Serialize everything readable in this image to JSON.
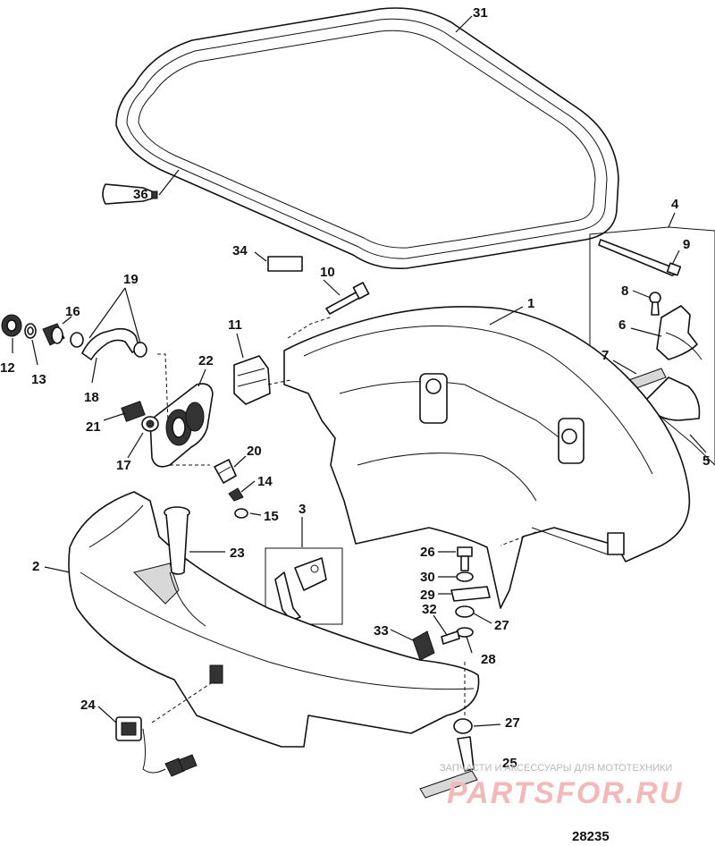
{
  "diagram": {
    "figure_number": "28235",
    "watermark": {
      "caption": "ЗАПЧАСТИ И АКСЕССУАРЫ ДЛЯ МОТОТЕХНИКИ",
      "brand": "PARTSFOR.RU"
    },
    "callouts": [
      {
        "id": "31",
        "label": "31"
      },
      {
        "id": "36",
        "label": "36"
      },
      {
        "id": "34",
        "label": "34"
      },
      {
        "id": "4",
        "label": "4"
      },
      {
        "id": "9",
        "label": "9"
      },
      {
        "id": "8",
        "label": "8"
      },
      {
        "id": "6",
        "label": "6"
      },
      {
        "id": "7",
        "label": "7"
      },
      {
        "id": "5",
        "label": "5"
      },
      {
        "id": "1",
        "label": "1"
      },
      {
        "id": "10",
        "label": "10"
      },
      {
        "id": "11",
        "label": "11"
      },
      {
        "id": "19",
        "label": "19"
      },
      {
        "id": "16",
        "label": "16"
      },
      {
        "id": "12",
        "label": "12"
      },
      {
        "id": "13",
        "label": "13"
      },
      {
        "id": "18",
        "label": "18"
      },
      {
        "id": "22",
        "label": "22"
      },
      {
        "id": "21",
        "label": "21"
      },
      {
        "id": "17",
        "label": "17"
      },
      {
        "id": "20",
        "label": "20"
      },
      {
        "id": "14",
        "label": "14"
      },
      {
        "id": "15",
        "label": "15"
      },
      {
        "id": "3",
        "label": "3"
      },
      {
        "id": "2",
        "label": "2"
      },
      {
        "id": "23",
        "label": "23"
      },
      {
        "id": "26",
        "label": "26"
      },
      {
        "id": "30",
        "label": "30"
      },
      {
        "id": "29",
        "label": "29"
      },
      {
        "id": "32",
        "label": "32"
      },
      {
        "id": "27a",
        "label": "27"
      },
      {
        "id": "33",
        "label": "33"
      },
      {
        "id": "28",
        "label": "28"
      },
      {
        "id": "24",
        "label": "24"
      },
      {
        "id": "27b",
        "label": "27"
      },
      {
        "id": "25",
        "label": "25"
      }
    ]
  }
}
